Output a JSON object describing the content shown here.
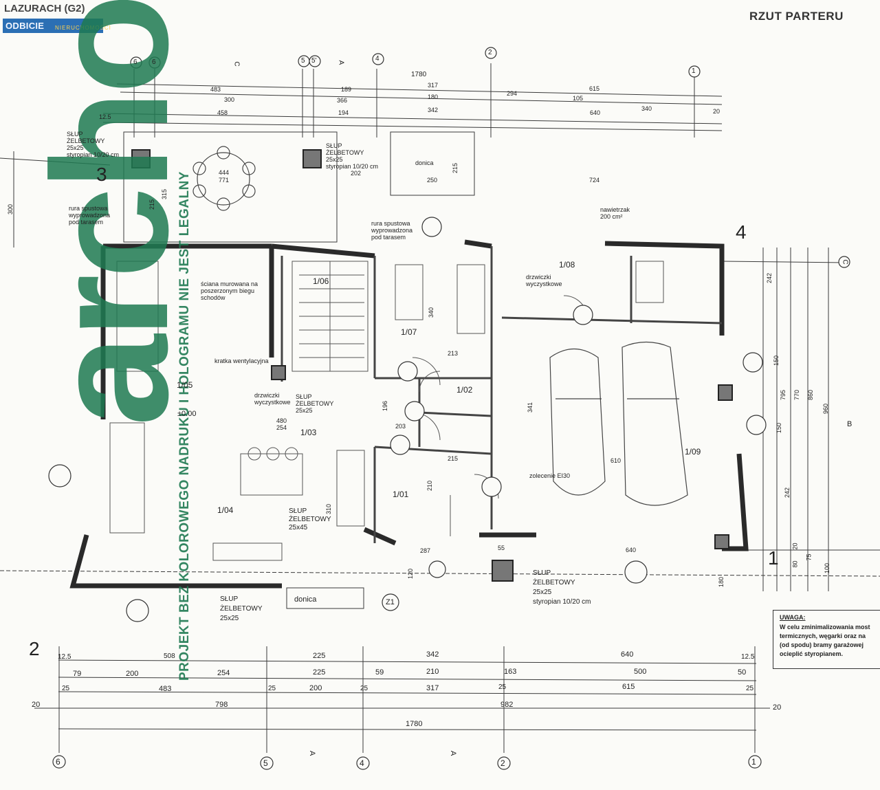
{
  "header": {
    "title": "RZUT PARTERU",
    "project": "LAZURACH (G2)",
    "logo_main": "ODBICIE",
    "logo_sub": "NIERUCHOMOŚCI"
  },
  "watermark": {
    "brand": "archon",
    "vertical_note": "PROJEKT BEZ KOLOROWEGO NADRUKU I HOLOGRAMU NIE JEST LEGALNY"
  },
  "axes": {
    "top": [
      "6",
      "5",
      "5'",
      "4",
      "2",
      "1"
    ],
    "bottom": [
      "6",
      "5",
      "4",
      "2",
      "1"
    ],
    "sections": [
      "C",
      "A",
      "B"
    ],
    "sides": [
      "1",
      "2",
      "3",
      "4"
    ]
  },
  "rooms": [
    "1/01",
    "1/02",
    "1/03",
    "1/04",
    "1/05",
    "1/06",
    "1/07",
    "1/08",
    "1/09"
  ],
  "labels": {
    "slup": "SŁUP",
    "zelbetowy": "ŻELBETOWY",
    "size_25x25": "25x25",
    "size_25x45": "25x45",
    "styropian": "styropian 10/20 cm",
    "donica": "donica",
    "level": "±0.00",
    "rura_1": "rura spustowa",
    "rura_2": "wyprowadzona",
    "rura_3": "pod tarasem",
    "drzwiczki_1": "drzwiczki",
    "drzwiczki_2": "wyczystkowe",
    "nawietrzak_1": "nawietrzak",
    "nawietrzak_2": "200 cm²",
    "sciana_1": "ściana murowana na",
    "sciana_2": "poszerzonym biegu",
    "sciana_3": "schodów",
    "wentylacja": "kratka wentylacyjna",
    "zolecenie": "zolecenie EI30",
    "z1": "Z1"
  },
  "note": {
    "title": "UWAGA:",
    "lines": [
      "W celu zminimalizowania most",
      "termicznych, węgarki oraz na",
      "(od spodu) bramy garażowej",
      "ocieplić styropianem."
    ]
  },
  "dimensions": {
    "top_row1": [
      "1780"
    ],
    "top_row2": [
      "483",
      "317",
      "615"
    ],
    "top_row3": [
      "300",
      "189",
      "366",
      "180",
      "294",
      "105"
    ],
    "top_row4": [
      "12.5",
      "458",
      "194",
      "342",
      "640",
      "340",
      "20"
    ],
    "bottom_row1": [
      "12.5",
      "225",
      "342",
      "640",
      "12.5"
    ],
    "bottom_row2": [
      "79",
      "200",
      "508",
      "254",
      "225",
      "59",
      "210",
      "163",
      "500",
      "50"
    ],
    "bottom_row3": [
      "25",
      "483",
      "25",
      "200",
      "25",
      "317",
      "25",
      "615",
      "25"
    ],
    "bottom_row4": [
      "20",
      "798",
      "982",
      "20"
    ],
    "bottom_row5": [
      "1780"
    ],
    "right": [
      "242",
      "795",
      "770",
      "860",
      "960",
      "150",
      "150",
      "242",
      "20",
      "80",
      "75",
      "100"
    ],
    "left": [
      "300",
      "215",
      "315"
    ],
    "inner": [
      "444",
      "771",
      "202",
      "250",
      "215",
      "724",
      "340",
      "213",
      "203",
      "215",
      "287",
      "341",
      "610",
      "310",
      "196",
      "210",
      "55",
      "640",
      "180",
      "120",
      "480",
      "254"
    ]
  }
}
